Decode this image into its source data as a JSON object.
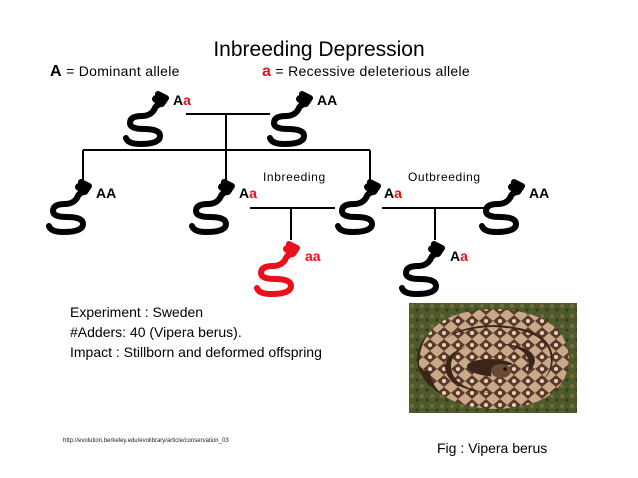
{
  "title": "Inbreeding Depression",
  "legend": {
    "dominant_symbol": "A",
    "dominant_text": "= Dominant allele",
    "recessive_symbol": "a",
    "recessive_text": "= Recessive deleterious allele"
  },
  "colors": {
    "accent_red": "#e8101b",
    "line": "#000000",
    "snake_black": "#000000"
  },
  "labels": {
    "inbreeding": "Inbreeding",
    "outbreeding": "Outbreeding"
  },
  "snakes": [
    {
      "id": "parent-left",
      "genotype": [
        "A",
        "a"
      ],
      "color": "black"
    },
    {
      "id": "parent-right",
      "genotype": [
        "A",
        "A"
      ],
      "color": "black"
    },
    {
      "id": "child-1",
      "genotype": [
        "A",
        "A"
      ],
      "color": "black"
    },
    {
      "id": "child-2",
      "genotype": [
        "A",
        "a"
      ],
      "color": "black"
    },
    {
      "id": "child-3",
      "genotype": [
        "A",
        "a"
      ],
      "color": "black"
    },
    {
      "id": "outsider",
      "genotype": [
        "A",
        "A"
      ],
      "color": "black"
    },
    {
      "id": "inbred-offspring",
      "genotype": [
        "a",
        "a"
      ],
      "color": "red"
    },
    {
      "id": "outbred-offspring",
      "genotype": [
        "A",
        "a"
      ],
      "color": "black"
    }
  ],
  "experiment": {
    "line1": "Experiment : Sweden",
    "line2": "#Adders: 40 (Vipera berus).",
    "line3": "Impact : Stillborn and deformed offspring"
  },
  "source_url": "http://evolution.berkeley.edu/evolibrary/article/conservation_03",
  "figure_caption": "Fig : Vipera berus",
  "photo_icon": "viper-photo"
}
